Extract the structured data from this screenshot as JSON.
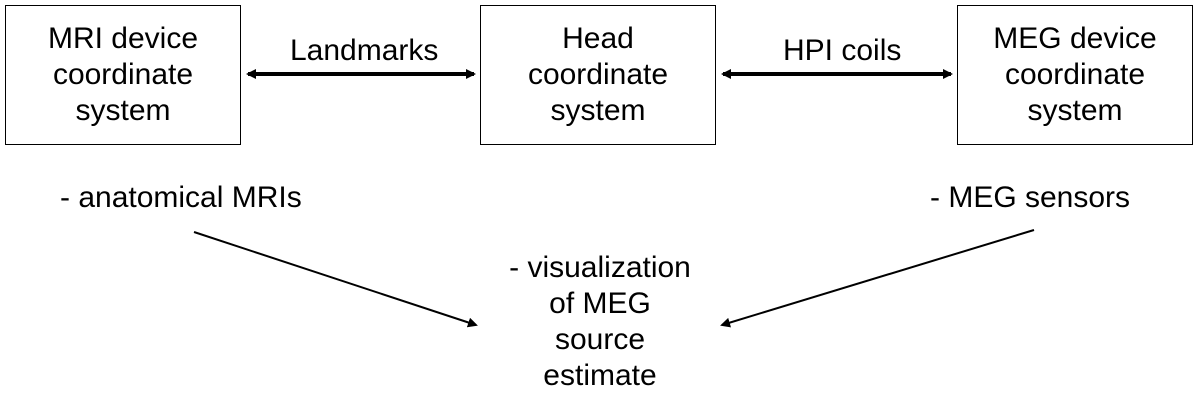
{
  "boxes": {
    "mri": "MRI device\ncoordinate\nsystem",
    "head": "Head\ncoordinate\nsystem",
    "meg": "MEG device\ncoordinate\nsystem"
  },
  "links": {
    "mri_head": "Landmarks",
    "head_meg": "HPI coils"
  },
  "items": {
    "mri": "- anatomical MRIs",
    "meg": "- MEG sensors",
    "combined": "- visualization\nof MEG\nsource\nestimate"
  }
}
